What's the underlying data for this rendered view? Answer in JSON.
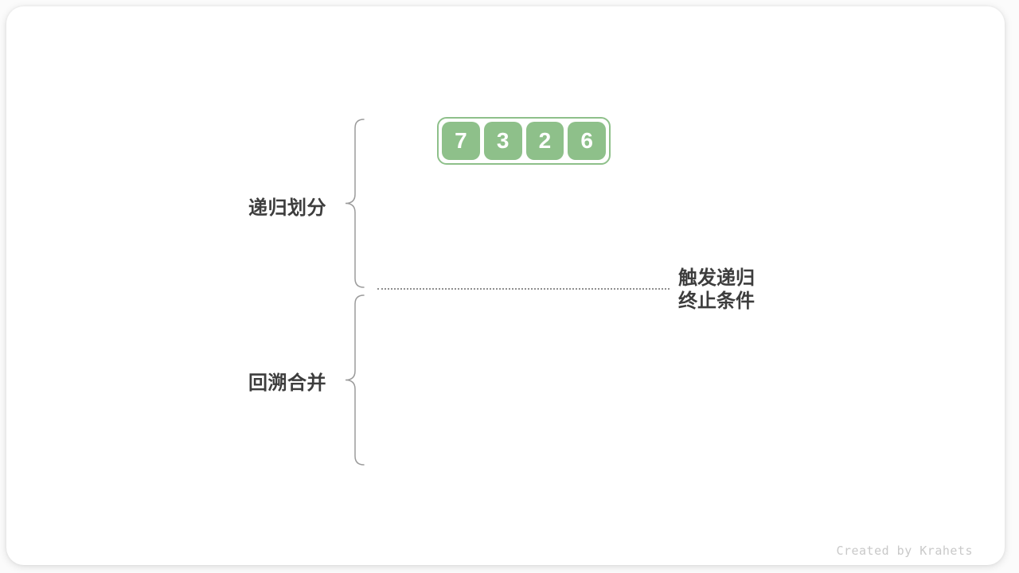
{
  "array": {
    "values": [
      "7",
      "3",
      "2",
      "6"
    ]
  },
  "labels": {
    "divide": "递归划分",
    "merge": "回溯合并"
  },
  "annotation": {
    "line1": "触发递归",
    "line2": "终止条件"
  },
  "watermark": {
    "text": "Created by Krahets"
  },
  "colors": {
    "box_green": "#8ec08a",
    "text_dark": "#3d3d3d",
    "brace_gray": "#9b9b9b",
    "dotted_gray": "#8f8f8f",
    "watermark_gray": "#c9c9c9",
    "card_bg": "#ffffff"
  }
}
